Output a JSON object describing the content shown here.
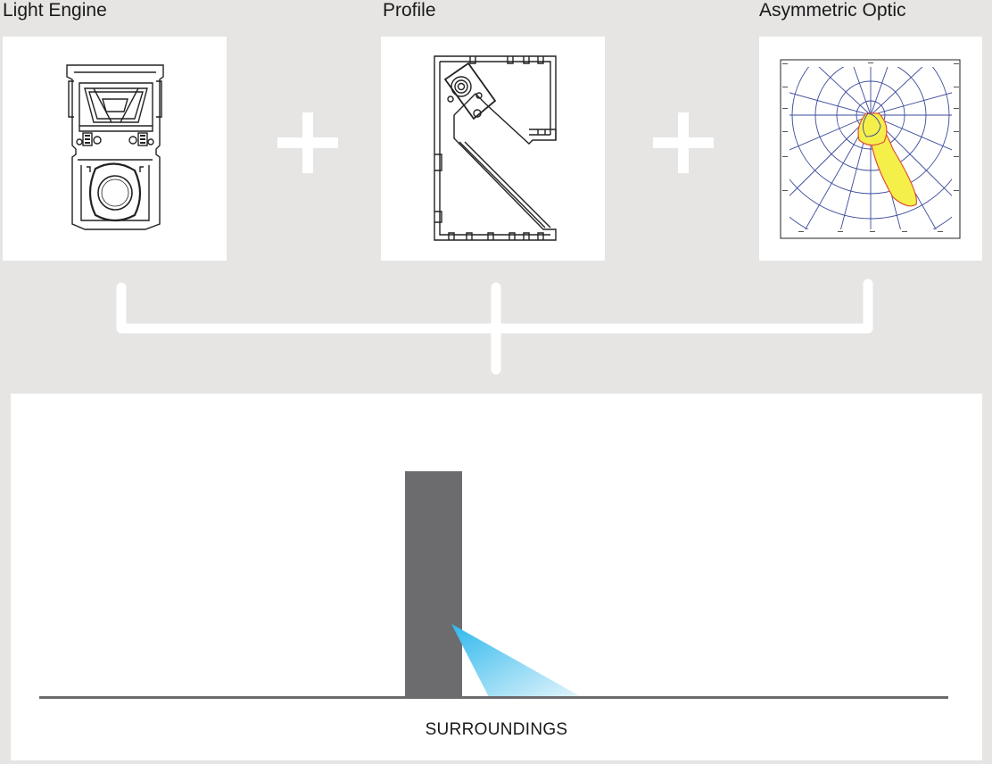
{
  "components": {
    "light_engine": {
      "title": "Light Engine"
    },
    "profile": {
      "title": "Profile"
    },
    "optic": {
      "title": "Asymmetric Optic"
    }
  },
  "scene": {
    "label": "SURROUNDINGS"
  },
  "icons": {
    "plus_1": "plus-icon",
    "plus_2": "plus-icon"
  },
  "colors": {
    "background": "#e6e5e4",
    "panel": "#ffffff",
    "connector": "#ffffff",
    "pillar": "#6c6c6e",
    "ground": "#6c6c6e",
    "light_beam": "#2fb8ec",
    "polar_grid": "#3b4a9a",
    "polar_curve_fill": "#f5ef4a",
    "polar_curve_stroke": "#e0503a"
  }
}
